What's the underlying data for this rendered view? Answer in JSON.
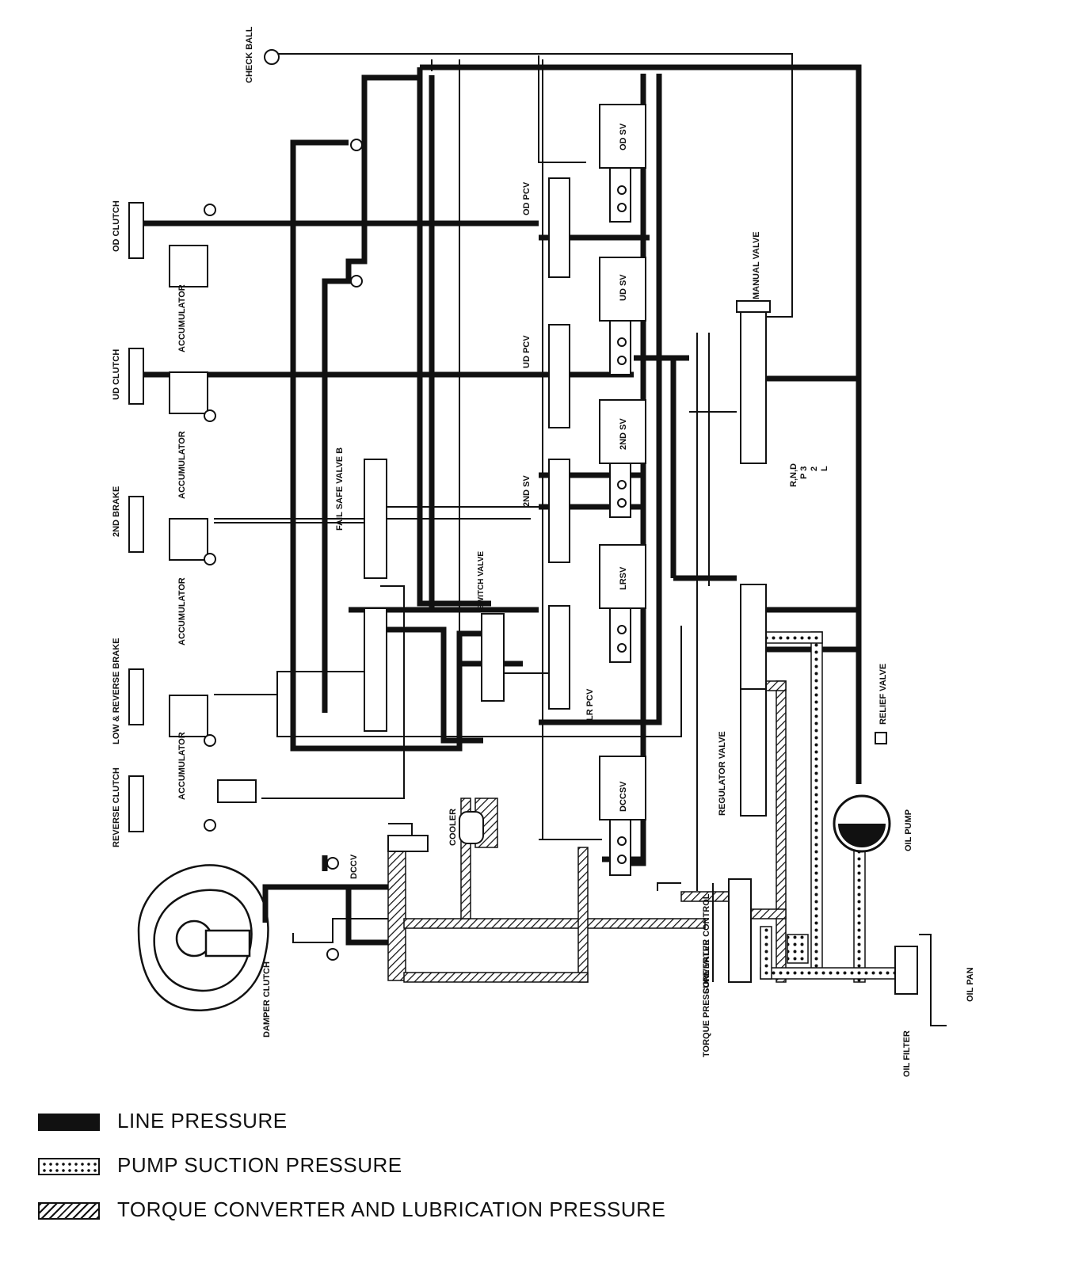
{
  "labels": {
    "check_ball": "CHECK BALL",
    "od_clutch": "OD CLUTCH",
    "ud_clutch": "UD CLUTCH",
    "second_brake": "2ND BRAKE",
    "low_reverse_brake": "LOW & REVERSE BRAKE",
    "reverse_clutch": "REVERSE CLUTCH",
    "accumulator": "ACCUMULATOR",
    "fail_safe_valve_b": "FAIL SAFE VALVE B",
    "switch_valve": "SWITCH VALVE",
    "od_pcv": "OD PCV",
    "ud_pcv": "UD PCV",
    "second_sv_label": "2ND SV",
    "lr_pcv": "LR PCV",
    "od_sv": "OD SV",
    "ud_sv": "UD SV",
    "second_sv": "2ND SV",
    "lrsv": "LRSV",
    "dccsv": "DCCSV",
    "manual_valve": "MANUAL VALVE",
    "range_rnd": "R,N,D",
    "range_p3": "P 3",
    "range_2": "2",
    "range_l": "L",
    "relief_valve": "RELIEF VALVE",
    "regulator_valve": "REGULATOR VALVE",
    "oil_pump": "OIL PUMP",
    "oil_pan": "OIL PAN",
    "oil_filter": "OIL FILTER",
    "converter_control": "CONVERTER CONTROL",
    "torque_pressure_valve": "TORQUE PRESSURE VALVE",
    "cooler": "COOLER",
    "dccv": "DCCV",
    "damper_clutch": "DAMPER CLUTCH"
  },
  "legend": [
    {
      "key": "line",
      "text": "LINE PRESSURE"
    },
    {
      "key": "suction",
      "text": "PUMP SUCTION PRESSURE"
    },
    {
      "key": "torque",
      "text": "TORQUE CONVERTER AND LUBRICATION PRESSURE"
    }
  ]
}
